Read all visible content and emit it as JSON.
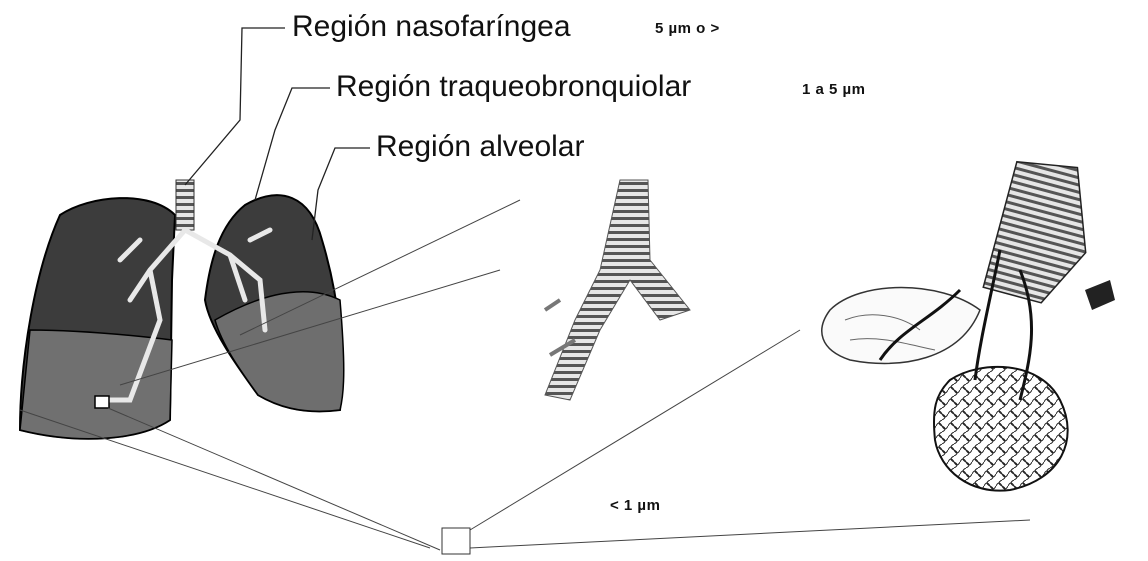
{
  "labels": {
    "nasopharyngeal": "Región nasofaríngea",
    "tracheobronchiolar": "Región traqueobronquiolar",
    "alveolar": "Región alveolar"
  },
  "sizes": {
    "nasopharyngeal": "5 µm o >",
    "tracheobronchiolar": "1 a 5 µm",
    "alveolar": "< 1 µm"
  },
  "illustrations": [
    "lungs",
    "bronchi-detail",
    "alveolus-detail"
  ],
  "colors": {
    "lung_fill": "#3b3b3b",
    "lung_lower": "#6e6e6e",
    "ink": "#111111"
  }
}
